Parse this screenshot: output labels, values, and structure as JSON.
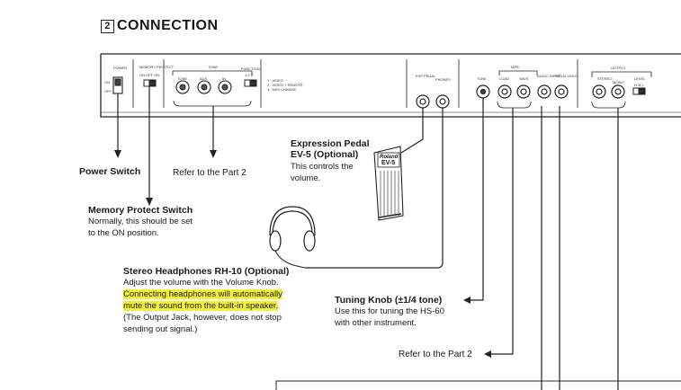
{
  "section": {
    "number": "2",
    "title": "CONNECTION"
  },
  "panel": {
    "power": "POWER",
    "power_on": "ON",
    "power_off": "OFF",
    "memory_protect": "MEMORY PROTECT",
    "memory_protect_states": "ON OFF ON",
    "tone_group": "TONE",
    "tone_knobs": [
      "TONE",
      "AUX",
      "IN"
    ],
    "function": "FUNCTION",
    "function_pos": "1 2 3",
    "function_options": [
      "1 : VIDEO",
      "2 : VIDEO + REMOTE",
      "3 : MIDI CHANGE"
    ],
    "exp_pedal": "EXP PEDAL",
    "phones": "PHONES",
    "tune": "TUNE",
    "tape_group": "TAPE",
    "tape_jacks": [
      "LOAD",
      "SAVE"
    ],
    "audio_input": "AUDIO INPUT",
    "pedal_hold": "PEDAL HOLD",
    "output_group": "OUTPUT",
    "output_stereo": "STEREO",
    "output_mono": "MONO",
    "level": "LEVEL",
    "level_pos": "H M L"
  },
  "pedal": {
    "brand": "Roland",
    "model": "EV-5"
  },
  "callouts": {
    "power_switch": "Power Switch",
    "refer_part2_top": "Refer to the Part 2",
    "memory_protect_title": "Memory Protect Switch",
    "memory_protect_lines": [
      "Normally, this should be set",
      "to the ON position."
    ],
    "expression_title_1": "Expression Pedal",
    "expression_title_2": "EV-5 (Optional)",
    "expression_lines": [
      "This controls the",
      "volume."
    ],
    "headphones_title": "Stereo Headphones RH-10 (Optional)",
    "headphones_line1": "Adjust the volume with the Volume Knob.",
    "headphones_hl1": "Connecting headphones will automatically",
    "headphones_hl2": "mute the sound from the built-in speaker.",
    "headphones_note1": "(The Output Jack, however, does not stop",
    "headphones_note2": "sending out signal.)",
    "tuning_title": "Tuning Knob (±1/4 tone)",
    "tuning_lines": [
      "Use this for tuning the HS-60",
      "with other instrument."
    ],
    "refer_part2_bottom": "Refer to the Part 2"
  }
}
